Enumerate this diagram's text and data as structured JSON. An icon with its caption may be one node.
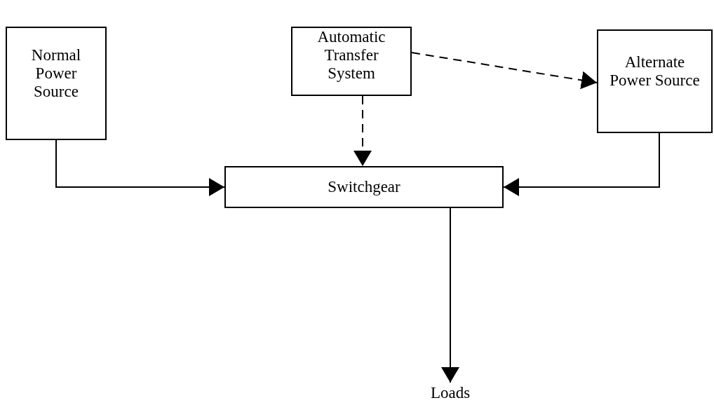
{
  "diagram": {
    "nodes": [
      {
        "text": [
          "Normal Power Source"
        ]
      },
      {
        "text": [
          "Automatic Transfer System"
        ]
      },
      {
        "text": [
          "Alternate Power Source"
        ]
      },
      {
        "text": [
          "Switchgear"
        ]
      },
      {
        "text": [
          "Loads"
        ]
      }
    ],
    "edges": [
      {
        "from": 0,
        "to": 3,
        "arrow": "to"
      },
      {
        "from": 1,
        "to": 3,
        "arrow": "to",
        "style": "dashed"
      },
      {
        "from": 1,
        "to": 2,
        "arrow": "to",
        "style": "dashed"
      },
      {
        "from": 2,
        "to": 3,
        "arrow": "to"
      },
      {
        "from": 3,
        "to": 4,
        "arrow": "to"
      }
    ]
  }
}
